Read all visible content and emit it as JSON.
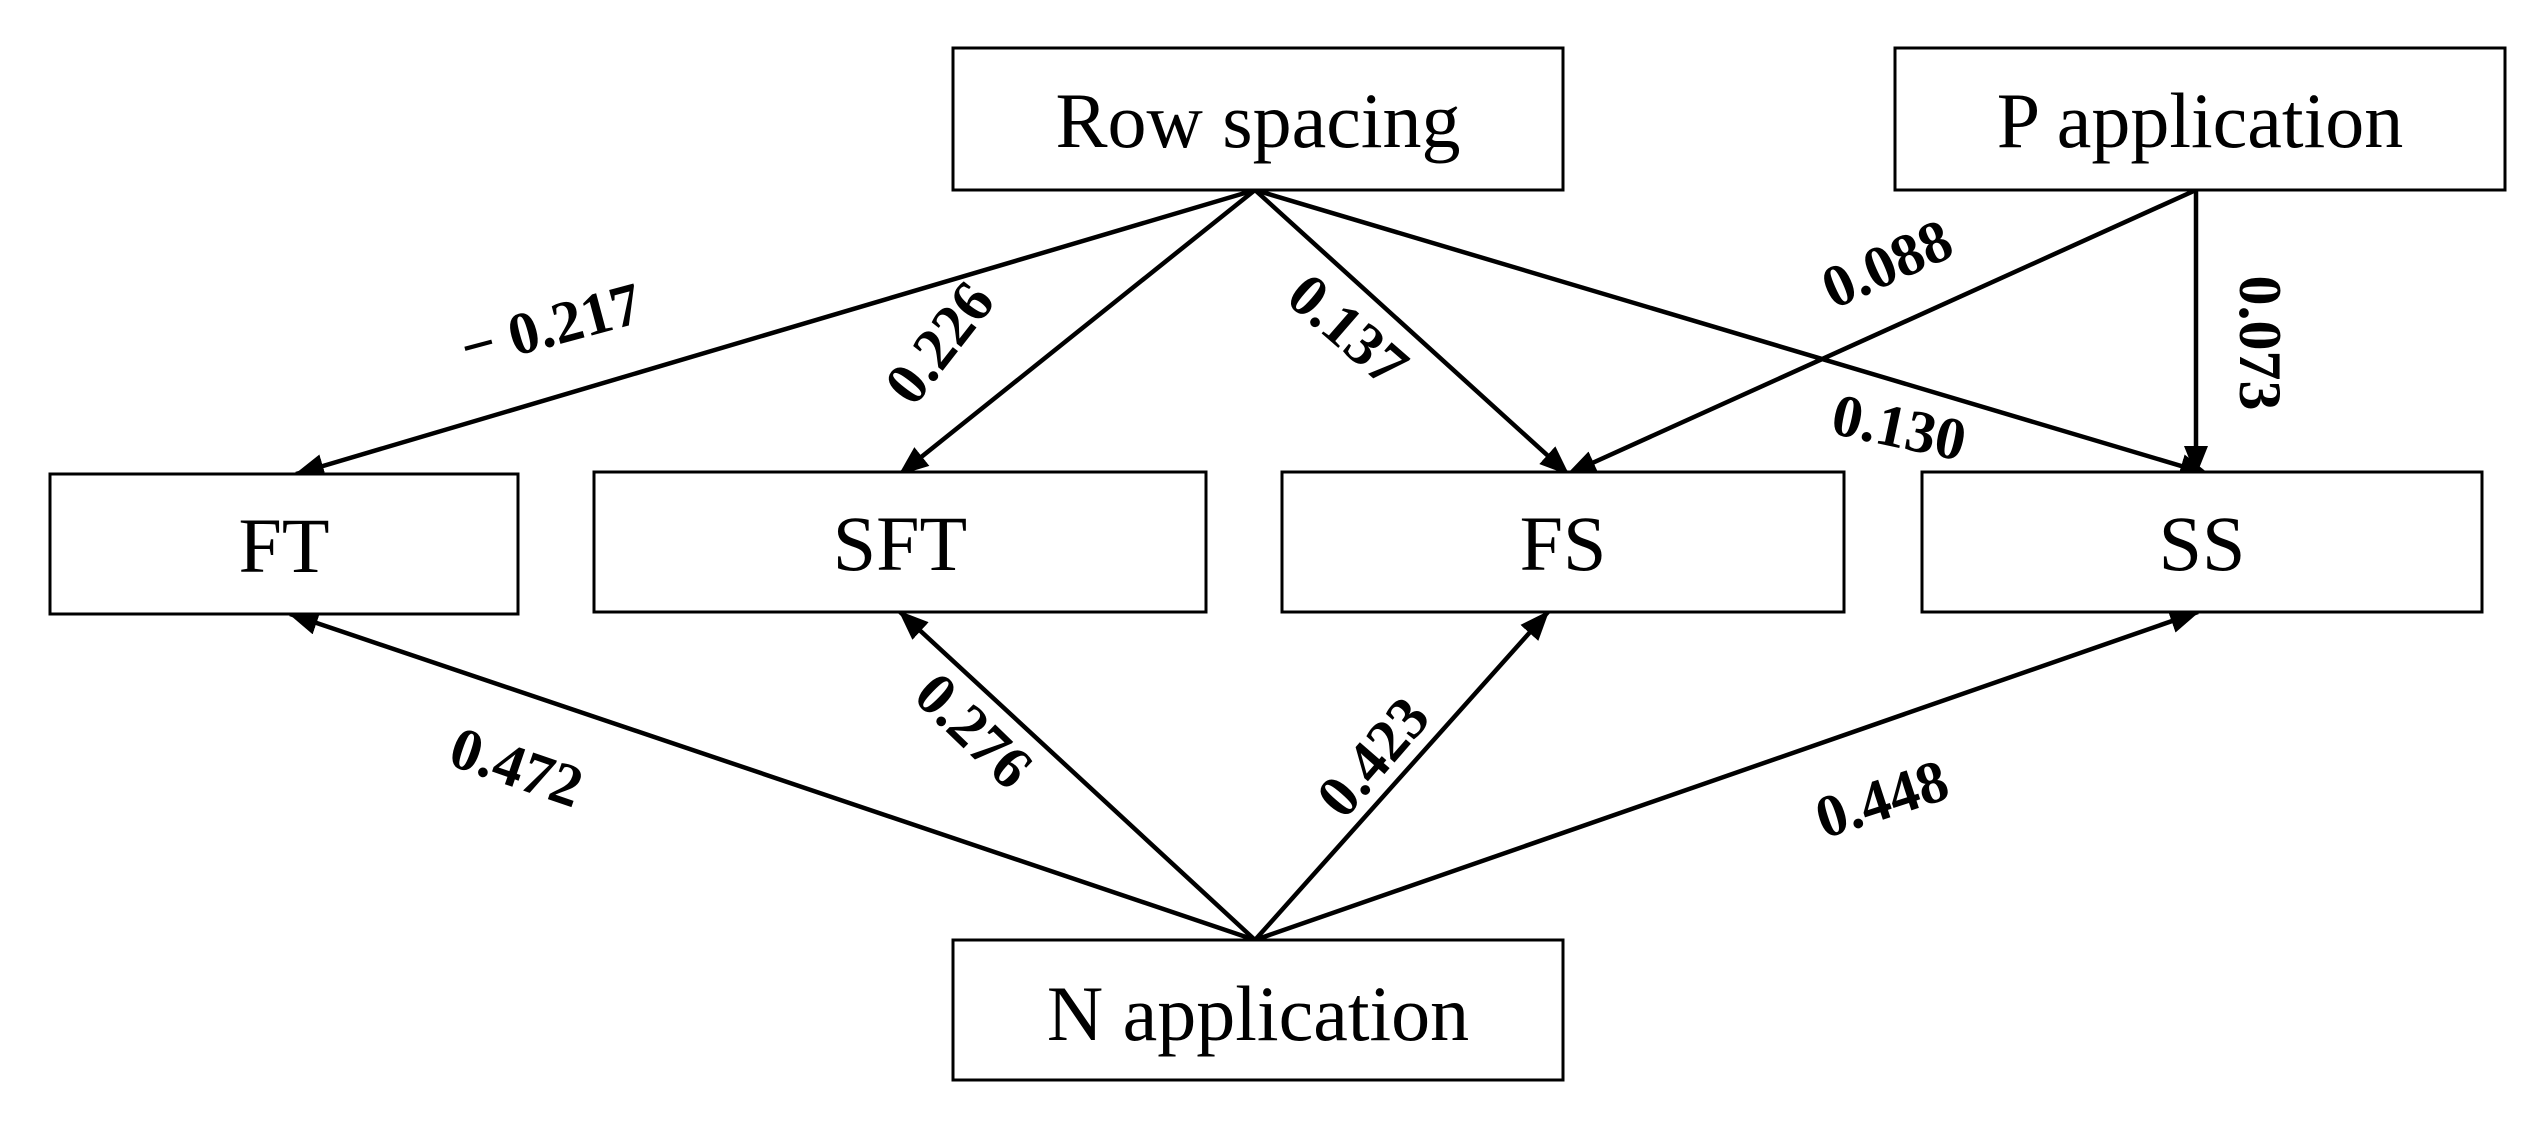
{
  "nodes": {
    "row_spacing": "Row spacing",
    "p_application": "P application",
    "ft": "FT",
    "sft": "SFT",
    "fs": "FS",
    "ss": "SS",
    "n_application": "N application"
  },
  "edges": {
    "row_ft": "− 0.217",
    "row_sft": "0.226",
    "row_fs": "0.137",
    "row_ss": "0.130",
    "p_fs": "0.088",
    "p_ss": "0.073",
    "n_ft": "0.472",
    "n_sft": "0.276",
    "n_fs": "0.423",
    "n_ss": "0.448"
  }
}
